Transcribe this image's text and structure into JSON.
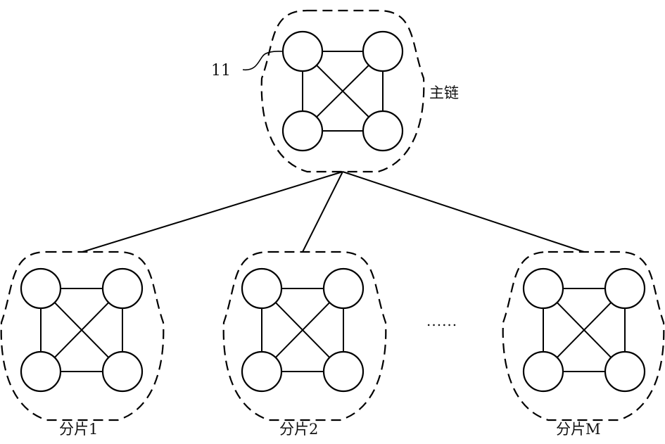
{
  "main_chain": {
    "label": "主链",
    "node_ref": "11"
  },
  "shards": [
    {
      "label": "分片1"
    },
    {
      "label": "分片2"
    },
    {
      "label": "分片M"
    }
  ],
  "ellipsis": "......",
  "colors": {
    "stroke": "#000000",
    "background": "#ffffff"
  }
}
